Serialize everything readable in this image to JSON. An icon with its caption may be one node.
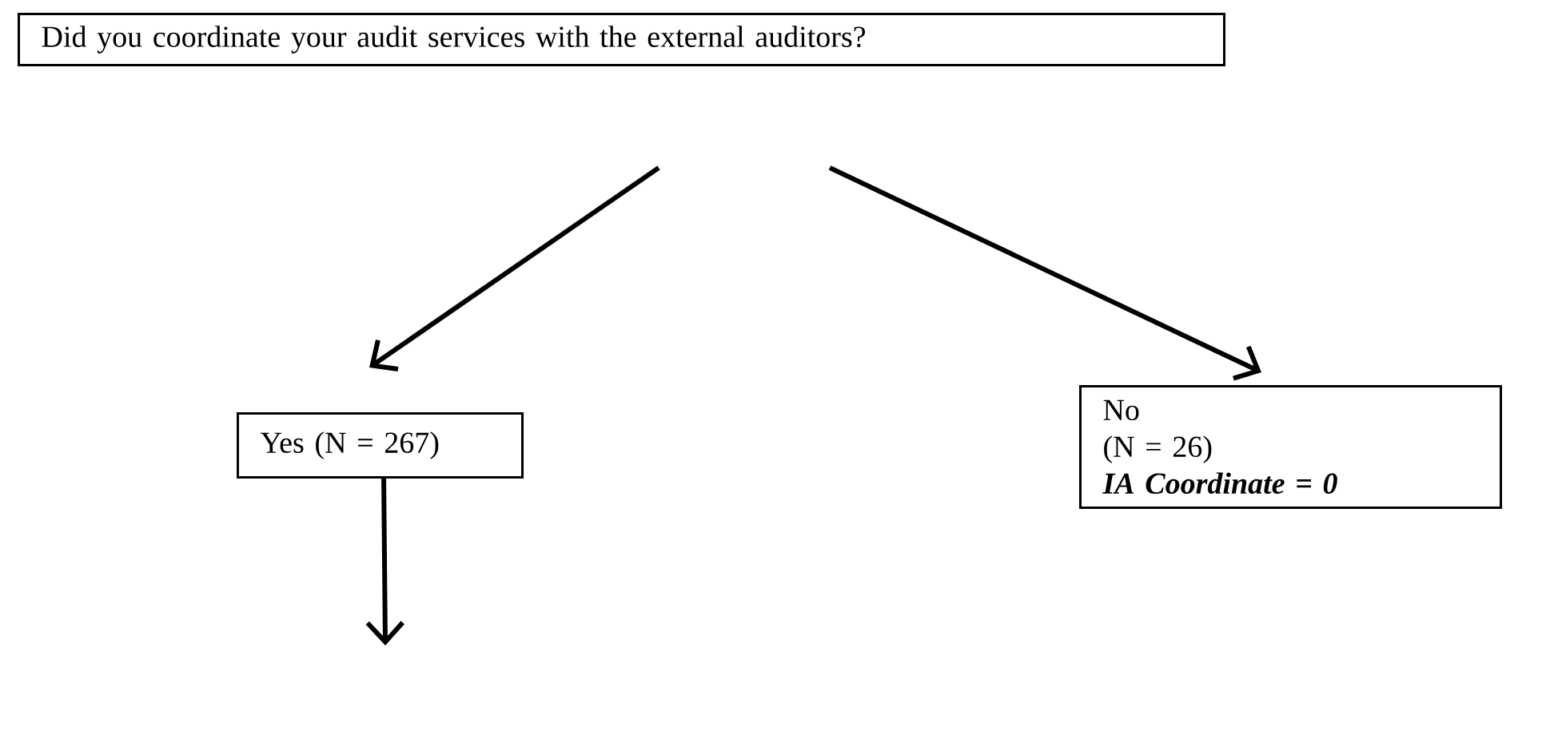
{
  "diagram": {
    "nodes": [
      {
        "text": [
          "Did you coordinate your audit services with the external auditors?"
        ]
      },
      {
        "text": [
          "Yes (N = 267)"
        ]
      },
      {
        "text": [
          "No",
          "(N = 26)",
          "IA Coordinate = 0"
        ]
      }
    ],
    "edges": [
      {
        "from": 0,
        "to": 1,
        "arrow": "to"
      },
      {
        "from": 0,
        "to": 2,
        "arrow": "to"
      },
      {
        "from": 1,
        "to": null,
        "arrow": "to"
      }
    ]
  }
}
